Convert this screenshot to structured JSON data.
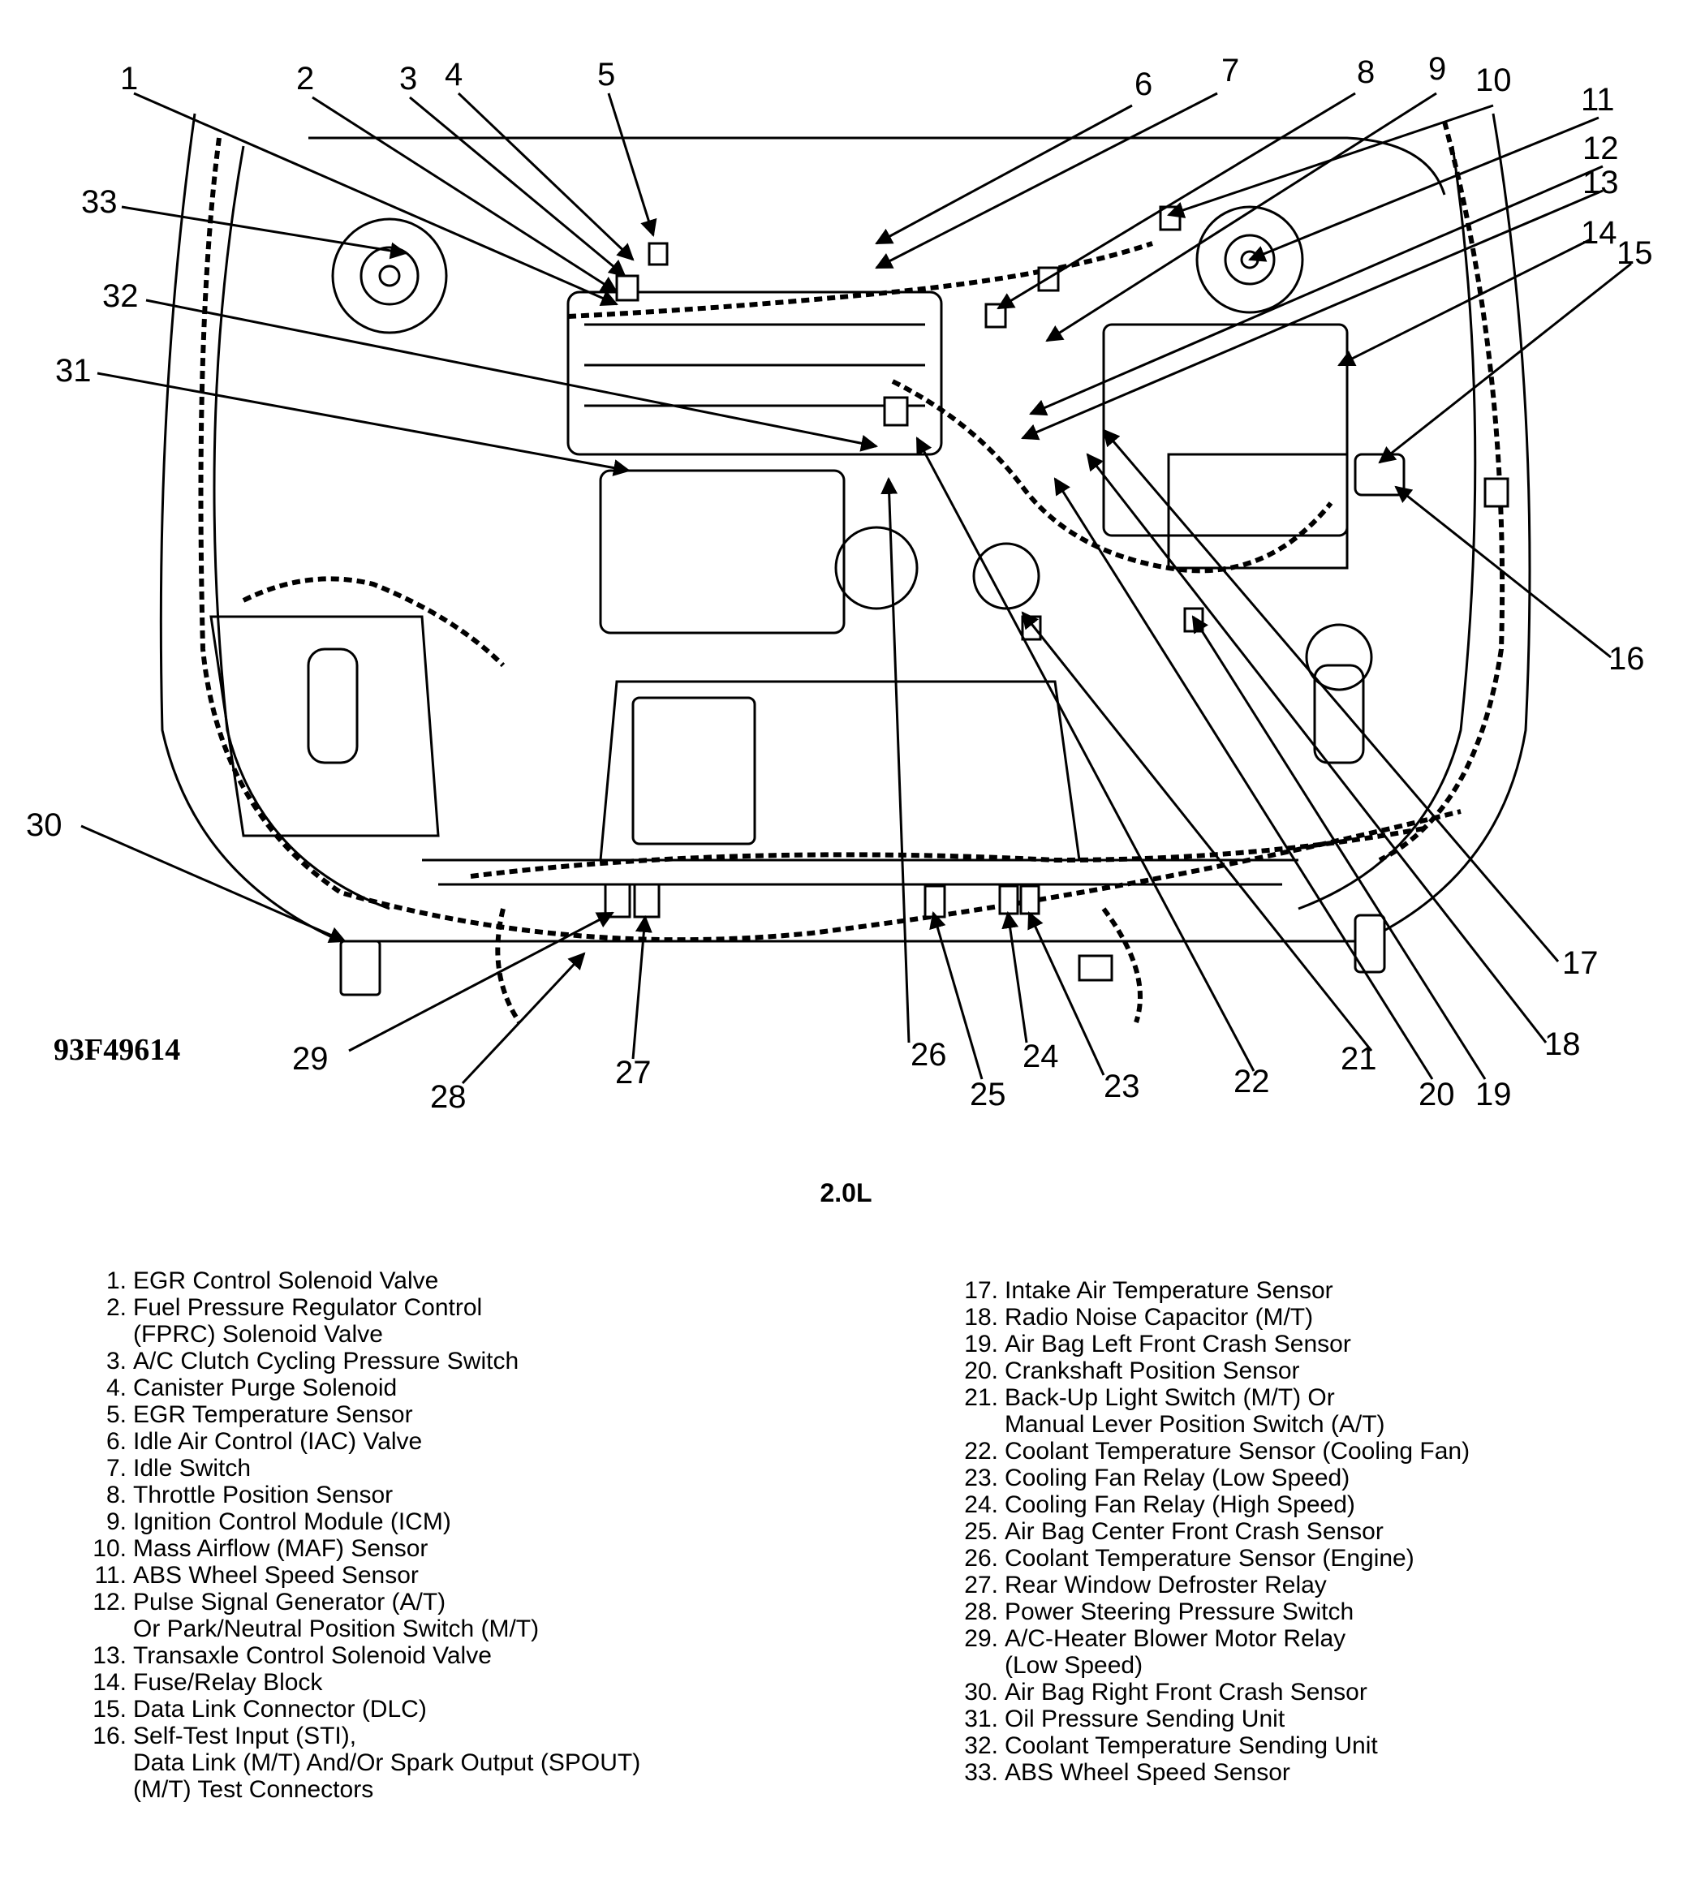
{
  "diagram_code": "93F49614",
  "caption": "2.0L",
  "callouts": [
    "1",
    "2",
    "3",
    "4",
    "5",
    "6",
    "7",
    "8",
    "9",
    "10",
    "11",
    "12",
    "13",
    "14",
    "15",
    "16",
    "17",
    "18",
    "19",
    "20",
    "21",
    "22",
    "23",
    "24",
    "25",
    "26",
    "27",
    "28",
    "29",
    "30",
    "31",
    "32",
    "33"
  ],
  "legend_left": [
    {
      "num": "1.",
      "lines": [
        "EGR Control Solenoid Valve"
      ]
    },
    {
      "num": "2.",
      "lines": [
        "Fuel Pressure Regulator Control",
        "(FPRC) Solenoid Valve"
      ]
    },
    {
      "num": "3.",
      "lines": [
        "A/C Clutch Cycling Pressure Switch"
      ]
    },
    {
      "num": "4.",
      "lines": [
        "Canister Purge Solenoid"
      ]
    },
    {
      "num": "5.",
      "lines": [
        "EGR Temperature Sensor"
      ]
    },
    {
      "num": "6.",
      "lines": [
        "Idle Air Control (IAC) Valve"
      ]
    },
    {
      "num": "7.",
      "lines": [
        "Idle Switch"
      ]
    },
    {
      "num": "8.",
      "lines": [
        "Throttle Position Sensor"
      ]
    },
    {
      "num": "9.",
      "lines": [
        "Ignition Control Module (ICM)"
      ]
    },
    {
      "num": "10.",
      "lines": [
        "Mass Airflow (MAF) Sensor"
      ]
    },
    {
      "num": "11.",
      "lines": [
        "ABS Wheel Speed Sensor"
      ]
    },
    {
      "num": "12.",
      "lines": [
        "Pulse Signal Generator (A/T)",
        "Or Park/Neutral Position Switch (M/T)"
      ]
    },
    {
      "num": "13.",
      "lines": [
        "Transaxle Control Solenoid Valve"
      ]
    },
    {
      "num": "14.",
      "lines": [
        "Fuse/Relay Block"
      ]
    },
    {
      "num": "15.",
      "lines": [
        "Data Link Connector (DLC)"
      ]
    },
    {
      "num": "16.",
      "lines": [
        "Self-Test Input (STI),",
        "Data Link (M/T) And/Or Spark Output (SPOUT)",
        "(M/T) Test Connectors"
      ]
    }
  ],
  "legend_right": [
    {
      "num": "17.",
      "lines": [
        "Intake Air Temperature Sensor"
      ]
    },
    {
      "num": "18.",
      "lines": [
        "Radio Noise Capacitor (M/T)"
      ]
    },
    {
      "num": "19.",
      "lines": [
        "Air Bag Left Front Crash Sensor"
      ]
    },
    {
      "num": "20.",
      "lines": [
        "Crankshaft Position Sensor"
      ]
    },
    {
      "num": "21.",
      "lines": [
        "Back-Up Light Switch (M/T) Or",
        "Manual Lever Position Switch (A/T)"
      ]
    },
    {
      "num": "22.",
      "lines": [
        "Coolant Temperature Sensor (Cooling Fan)"
      ]
    },
    {
      "num": "23.",
      "lines": [
        "Cooling Fan Relay (Low Speed)"
      ]
    },
    {
      "num": "24.",
      "lines": [
        "Cooling Fan Relay (High Speed)"
      ]
    },
    {
      "num": "25.",
      "lines": [
        "Air Bag Center Front Crash Sensor"
      ]
    },
    {
      "num": "26.",
      "lines": [
        "Coolant Temperature Sensor (Engine)"
      ]
    },
    {
      "num": "27.",
      "lines": [
        "Rear Window Defroster Relay"
      ]
    },
    {
      "num": "28.",
      "lines": [
        "Power Steering Pressure Switch"
      ]
    },
    {
      "num": "29.",
      "lines": [
        "A/C-Heater Blower Motor Relay",
        "(Low Speed)"
      ]
    },
    {
      "num": "30.",
      "lines": [
        "Air Bag Right Front Crash Sensor"
      ]
    },
    {
      "num": "31.",
      "lines": [
        "Oil Pressure Sending Unit"
      ]
    },
    {
      "num": "32.",
      "lines": [
        "Coolant Temperature Sending Unit"
      ]
    },
    {
      "num": "33.",
      "lines": [
        "ABS Wheel Speed Sensor"
      ]
    }
  ]
}
